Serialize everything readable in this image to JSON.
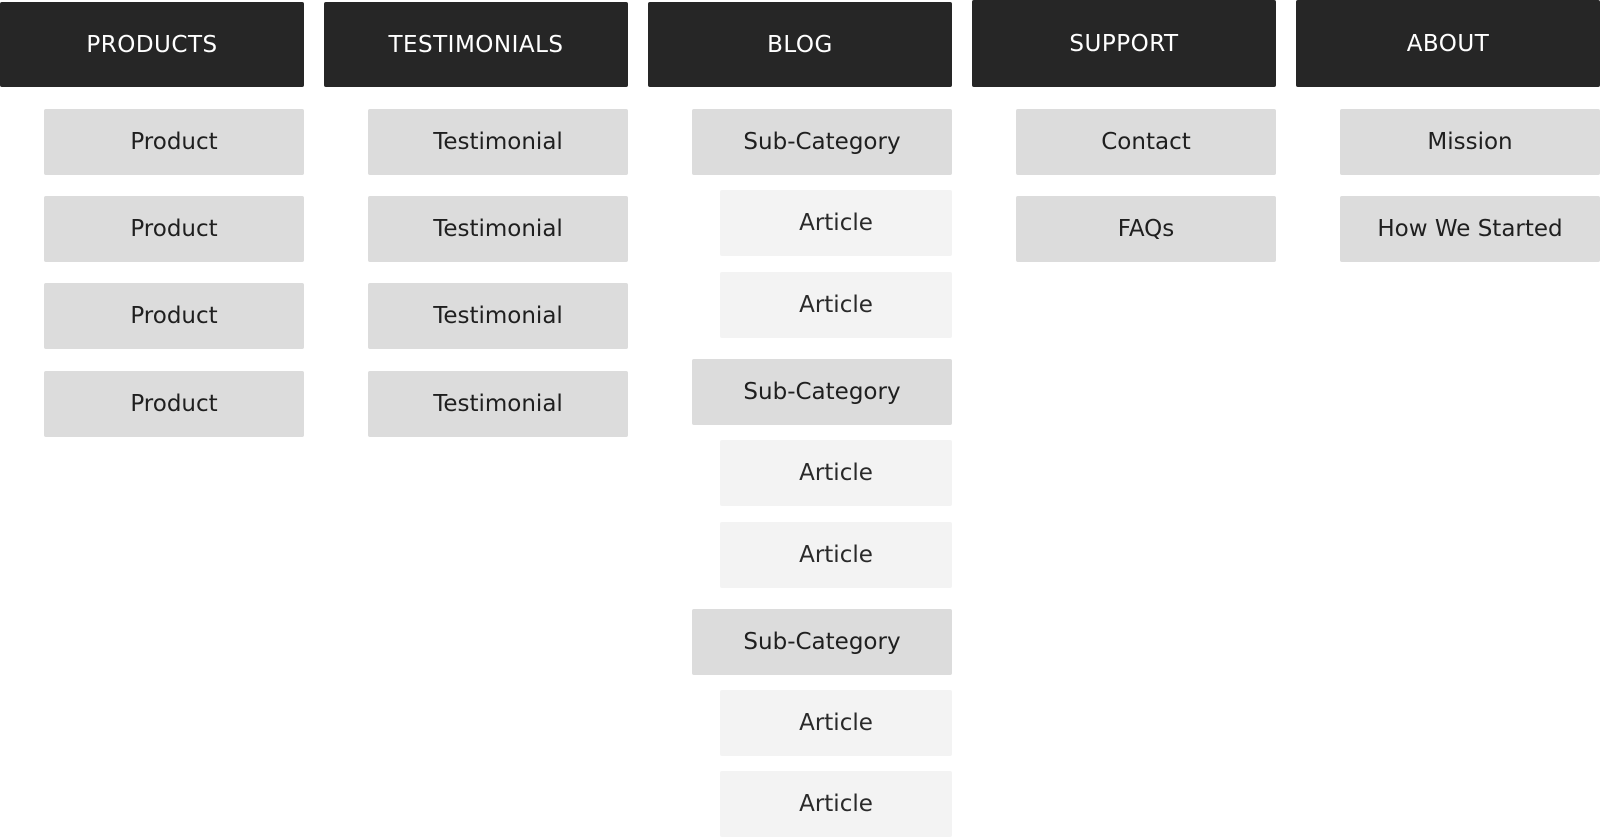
{
  "columns": [
    {
      "header": "PRODUCTS",
      "items": [
        "Product",
        "Product",
        "Product",
        "Product"
      ]
    },
    {
      "header": "TESTIMONIALS",
      "items": [
        "Testimonial",
        "Testimonial",
        "Testimonial",
        "Testimonial"
      ]
    },
    {
      "header": "BLOG",
      "subcategories": [
        {
          "label": "Sub-Category",
          "articles": [
            "Article",
            "Article"
          ]
        },
        {
          "label": "Sub-Category",
          "articles": [
            "Article",
            "Article"
          ]
        },
        {
          "label": "Sub-Category",
          "articles": [
            "Article",
            "Article"
          ]
        }
      ]
    },
    {
      "header": "SUPPORT",
      "items": [
        "Contact",
        "FAQs"
      ]
    },
    {
      "header": "ABOUT",
      "items": [
        "Mission",
        "How We Started"
      ]
    }
  ],
  "colors": {
    "header_bg": "#262626",
    "item_bg": "#dcdcdc",
    "article_bg": "#f3f3f3"
  }
}
